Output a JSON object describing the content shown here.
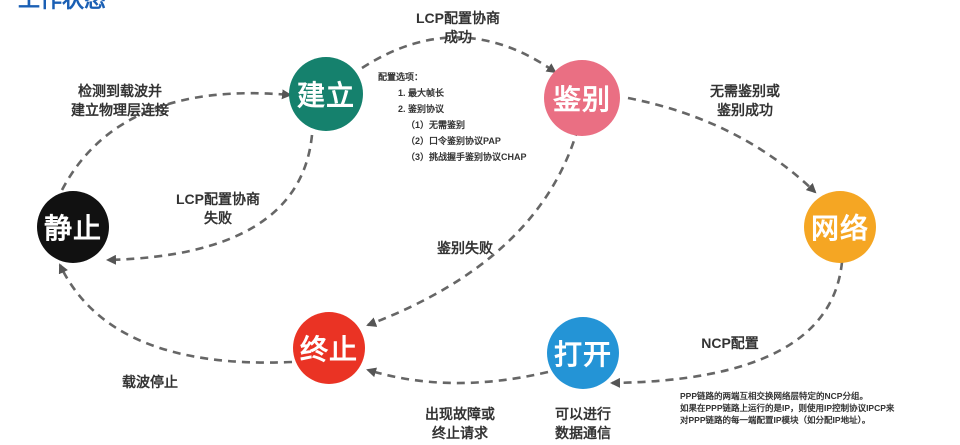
{
  "title": "工作状态",
  "states": {
    "jianli": {
      "label": "建立",
      "color": "#15816d"
    },
    "jianbie": {
      "label": "鉴别",
      "color": "#ea6f83"
    },
    "wangluo": {
      "label": "网络",
      "color": "#f5a623"
    },
    "dakai": {
      "label": "打开",
      "color": "#2494d6"
    },
    "zhongzhi": {
      "label": "终止",
      "color": "#ea3324"
    },
    "jingzhi": {
      "label": "静止",
      "color": "#111111"
    }
  },
  "transitions": {
    "lcp_success": [
      "LCP配置协商",
      "成功"
    ],
    "detect_carrier": [
      "检测到载波并",
      "建立物理层连接"
    ],
    "no_auth": [
      "无需鉴别或",
      "鉴别成功"
    ],
    "lcp_fail": [
      "LCP配置协商",
      "失败"
    ],
    "auth_fail": "鉴别失败",
    "ncp": "NCP配置",
    "carrier_stop": "载波停止",
    "fault": [
      "出现故障或",
      "终止请求"
    ],
    "data_comm": [
      "可以进行",
      "数据通信"
    ]
  },
  "config_options": {
    "heading": "配置选项：",
    "items": [
      "1. 最大帧长",
      "2. 鉴别协议",
      "（1）无需鉴别",
      "（2）口令鉴别协议PAP",
      "（3）挑战握手鉴别协议CHAP"
    ]
  },
  "note": [
    "PPP链路的两端互相交换网络层特定的NCP分组。",
    "如果在PPP链路上运行的是IP，则使用IP控制协议IPCP来",
    "对PPP链路的每一端配置IP模块（如分配IP地址）。"
  ]
}
